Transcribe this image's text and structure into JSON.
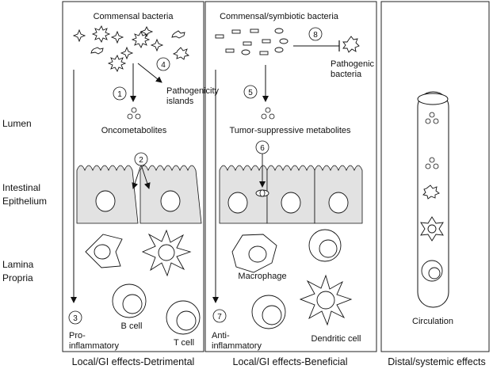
{
  "left_labels": {
    "lumen": "Lumen",
    "epithelium_1": "Intestinal",
    "epithelium_2": "Epithelium",
    "lamina_1": "Lamina",
    "lamina_2": "Propria"
  },
  "panels": [
    {
      "footer": "Local/GI effects-Detrimental",
      "bacteria_label": "Commensal bacteria",
      "pathogenicity_1": "Pathogenicity",
      "pathogenicity_2": "islands",
      "metabolites": "Oncometabolites",
      "b_cell": "B cell",
      "t_cell": "T cell",
      "effect_1": "Pro-",
      "effect_2": "inflammatory"
    },
    {
      "footer": "Local/GI effects-Beneficial",
      "bacteria_label": "Commensal/symbiotic bacteria",
      "pathogenic_1": "Pathogenic",
      "pathogenic_2": "bacteria",
      "metabolites": "Tumor-suppressive metabolites",
      "macrophage": "Macrophage",
      "dendritic": "Dendritic cell",
      "effect_1": "Anti-",
      "effect_2": "inflammatory"
    },
    {
      "footer": "Distal/systemic effects",
      "circulation": "Circulation"
    }
  ],
  "step_numbers": [
    "1",
    "2",
    "3",
    "4",
    "5",
    "6",
    "7",
    "8"
  ]
}
